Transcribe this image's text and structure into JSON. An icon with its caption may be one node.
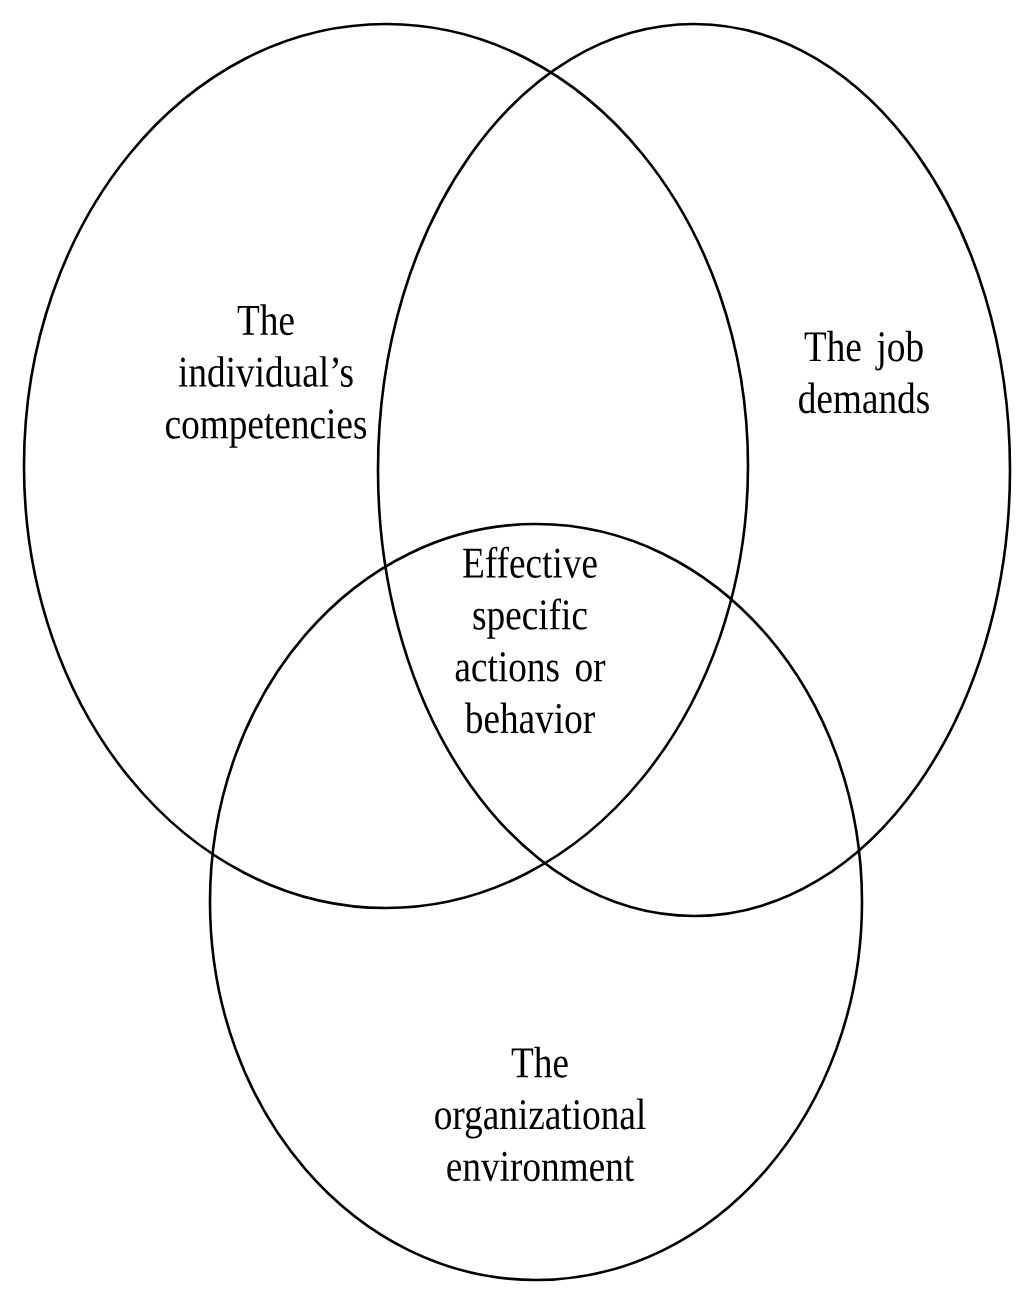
{
  "diagram": {
    "nodes": [
      {
        "text": [
          "The individual’s competencies"
        ]
      },
      {
        "text": [
          "The job demands"
        ]
      },
      {
        "text": [
          "The organizational environment"
        ]
      }
    ],
    "labels": [
      "Effective specific actions or behavior"
    ]
  }
}
